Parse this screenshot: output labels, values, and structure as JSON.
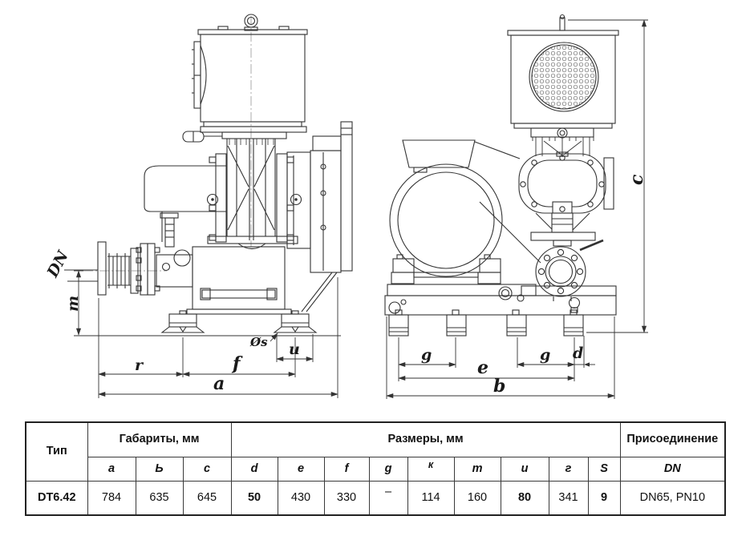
{
  "drawing": {
    "labels": {
      "dn": "DN",
      "m": "m",
      "r": "r",
      "f": "f",
      "u": "u",
      "os": "Øs",
      "a": "a",
      "c": "c",
      "g_left": "g",
      "g_right": "g",
      "d": "d",
      "e": "e",
      "b": "b"
    }
  },
  "table": {
    "type_header": "Тип",
    "group1": "Габариты, мм",
    "group2": "Размеры, мм",
    "group3": "Присоединение",
    "sub": [
      "a",
      "Ь",
      "c",
      "d",
      "e",
      "f",
      "g",
      "к",
      "т",
      "и",
      "г",
      "S",
      "DN"
    ],
    "row_type": "DT6.42",
    "values": [
      "784",
      "635",
      "645",
      "50",
      "430",
      "330",
      "–",
      "114",
      "160",
      "80",
      "341",
      "9",
      "DN65, PN10"
    ]
  },
  "colors": {
    "line": "#333333",
    "table_border": "#222222",
    "background": "#ffffff"
  }
}
